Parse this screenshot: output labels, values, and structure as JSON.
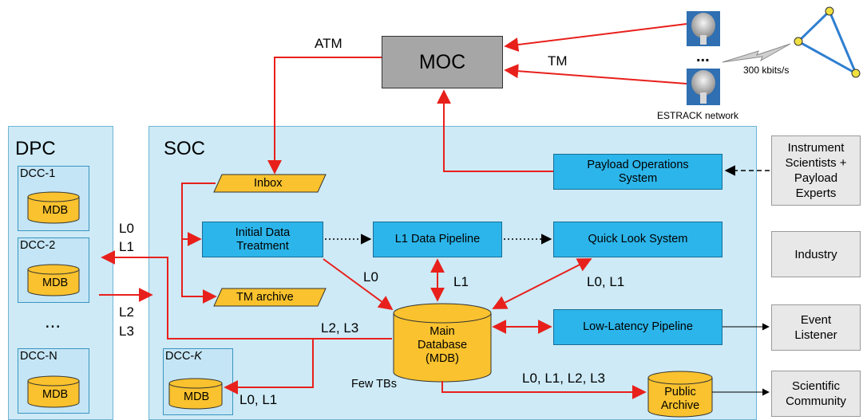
{
  "moc": "MOC",
  "atm_label": "ATM",
  "tm_label": "TM",
  "ellipsis_top": "...",
  "rate_label": "300 kbits/s",
  "estrack_label": "ESTRACK network",
  "dpc": {
    "title": "DPC",
    "dccs": [
      "DCC-1",
      "DCC-2",
      "DCC-N"
    ],
    "mdb": "MDB",
    "ellipsis": "..."
  },
  "soc": {
    "title": "SOC",
    "inbox": "Inbox",
    "tm_archive": "TM archive",
    "initial_data_treatment": "Initial Data\nTreatment",
    "l1_pipeline": "L1 Data Pipeline",
    "quick_look": "Quick Look System",
    "payload_ops": "Payload Operations\nSystem",
    "low_latency": "Low-Latency Pipeline",
    "main_db": "Main\nDatabase\n(MDB)",
    "few_tbs": "Few TBs",
    "public_archive": "Public\nArchive",
    "dcc_k": "DCC-",
    "dcc_k_italic": "K",
    "dcc_k_mdb": "MDB"
  },
  "external": {
    "instrument": "Instrument\nScientists +\nPayload\nExperts",
    "industry": "Industry",
    "event_listener": "Event\nListener",
    "scientific_community": "Scientific\nCommunity"
  },
  "edge_labels": {
    "l0_left": "L0",
    "l1_left": "L1",
    "l2_left": "L2",
    "l3_left": "L3",
    "l0_idt": "L0",
    "l1_mid": "L1",
    "l0l1_ql": "L0, L1",
    "l2l3_dcc": "L2, L3",
    "l0l1_dcck": "L0, L1",
    "l0123_pub": "L0, L1, L2, L3"
  },
  "colors": {
    "arrow_red": "#e8201c",
    "box_blue": "#2cb5ea",
    "cylinder_yellow": "#f9c22e",
    "panel_blue": "#cdeaf6",
    "moc_gray": "#a6a6a6"
  }
}
